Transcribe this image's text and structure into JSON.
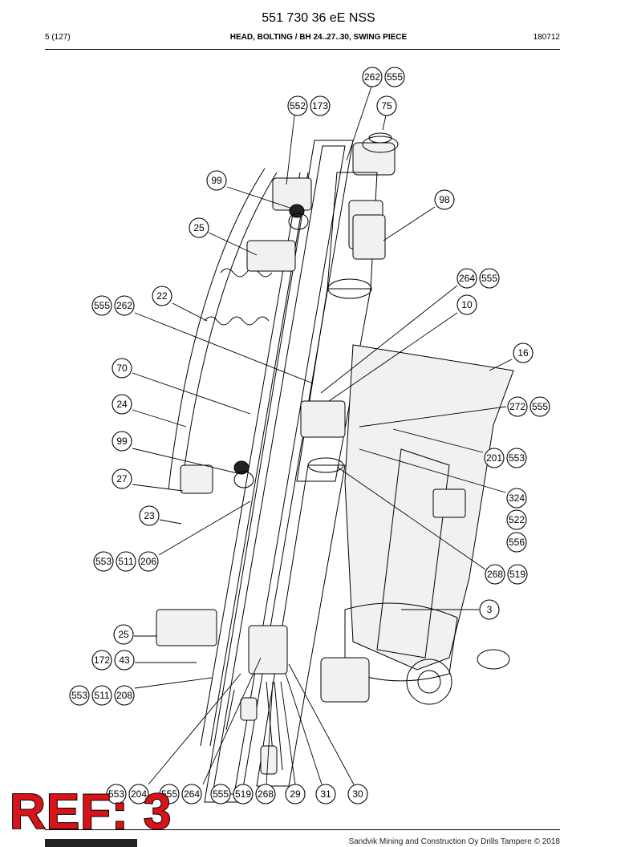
{
  "header": {
    "doc_number": "551 730 36 eE NSS",
    "page": "5 (127)",
    "section": "HEAD, BOLTING / BH 24..27..30, SWING PIECE",
    "date_code": "180712"
  },
  "footer": {
    "copyright": "Sandvik Mining and Construction Oy Drills Tampere © 2018"
  },
  "stamp": {
    "text": "REF: 3"
  },
  "callouts": [
    {
      "id": "c262a",
      "label": "262"
    },
    {
      "id": "c555a",
      "label": "555"
    },
    {
      "id": "c552",
      "label": "552"
    },
    {
      "id": "c173",
      "label": "173"
    },
    {
      "id": "c75",
      "label": "75"
    },
    {
      "id": "c99a",
      "label": "99"
    },
    {
      "id": "c98",
      "label": "98"
    },
    {
      "id": "c25a",
      "label": "25"
    },
    {
      "id": "c264a",
      "label": "264"
    },
    {
      "id": "c555b",
      "label": "555"
    },
    {
      "id": "c22",
      "label": "22"
    },
    {
      "id": "c555c",
      "label": "555"
    },
    {
      "id": "c262b",
      "label": "262"
    },
    {
      "id": "c10",
      "label": "10"
    },
    {
      "id": "c16",
      "label": "16"
    },
    {
      "id": "c70",
      "label": "70"
    },
    {
      "id": "c24",
      "label": "24"
    },
    {
      "id": "c272",
      "label": "272"
    },
    {
      "id": "c555d",
      "label": "555"
    },
    {
      "id": "c99b",
      "label": "99"
    },
    {
      "id": "c201",
      "label": "201"
    },
    {
      "id": "c553a",
      "label": "553"
    },
    {
      "id": "c27",
      "label": "27"
    },
    {
      "id": "c324",
      "label": "324"
    },
    {
      "id": "c23",
      "label": "23"
    },
    {
      "id": "c522",
      "label": "522"
    },
    {
      "id": "c556",
      "label": "556"
    },
    {
      "id": "c553b",
      "label": "553"
    },
    {
      "id": "c511a",
      "label": "511"
    },
    {
      "id": "c206",
      "label": "206"
    },
    {
      "id": "c268a",
      "label": "268"
    },
    {
      "id": "c519a",
      "label": "519"
    },
    {
      "id": "c3",
      "label": "3"
    },
    {
      "id": "c25b",
      "label": "25"
    },
    {
      "id": "c172",
      "label": "172"
    },
    {
      "id": "c43",
      "label": "43"
    },
    {
      "id": "c553c",
      "label": "553"
    },
    {
      "id": "c511b",
      "label": "511"
    },
    {
      "id": "c208",
      "label": "208"
    },
    {
      "id": "c553d",
      "label": "553"
    },
    {
      "id": "c204",
      "label": "204"
    },
    {
      "id": "c555e",
      "label": "555"
    },
    {
      "id": "c264b",
      "label": "264"
    },
    {
      "id": "c555f",
      "label": "555"
    },
    {
      "id": "c519b",
      "label": "519"
    },
    {
      "id": "c268b",
      "label": "268"
    },
    {
      "id": "c29",
      "label": "29"
    },
    {
      "id": "c31",
      "label": "31"
    },
    {
      "id": "c30",
      "label": "30"
    }
  ]
}
